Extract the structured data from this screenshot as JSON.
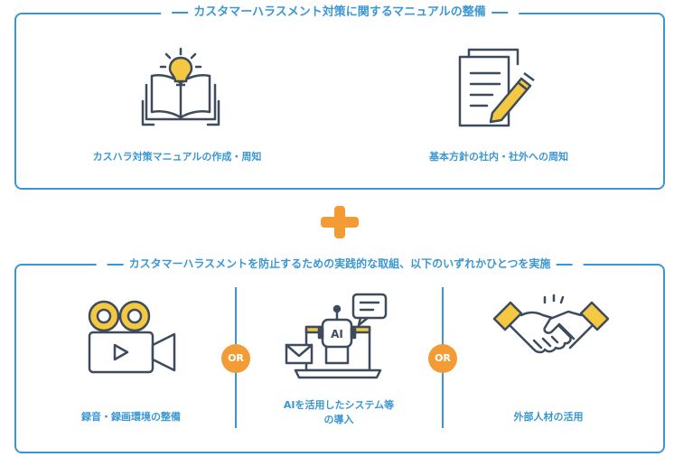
{
  "section1": {
    "title": "カスタマーハラスメント対策に関するマニュアルの整備",
    "items": [
      {
        "label": "カスハラ対策マニュアルの作成・周知",
        "icon": "book-lightbulb-icon"
      },
      {
        "label": "基本方針の社内・社外への周知",
        "icon": "document-pen-icon"
      }
    ]
  },
  "section2": {
    "title": "カスタマーハラスメントを防止するための実践的な取組、以下のいずれかひとつを実施",
    "items": [
      {
        "label": "録音・録画環境の整備",
        "icon": "video-camera-icon"
      },
      {
        "label_line1": "AIを活用したシステム等",
        "label_line2": "の導入",
        "icon": "ai-robot-icon",
        "icon_text": "AI"
      },
      {
        "label": "外部人材の活用",
        "icon": "handshake-icon"
      }
    ],
    "or_labels": [
      "OR",
      "OR"
    ]
  },
  "colors": {
    "accent": "#3b97d3",
    "orange": "#f39c35",
    "yellow": "#f5c842",
    "ink": "#3d4b5c"
  }
}
